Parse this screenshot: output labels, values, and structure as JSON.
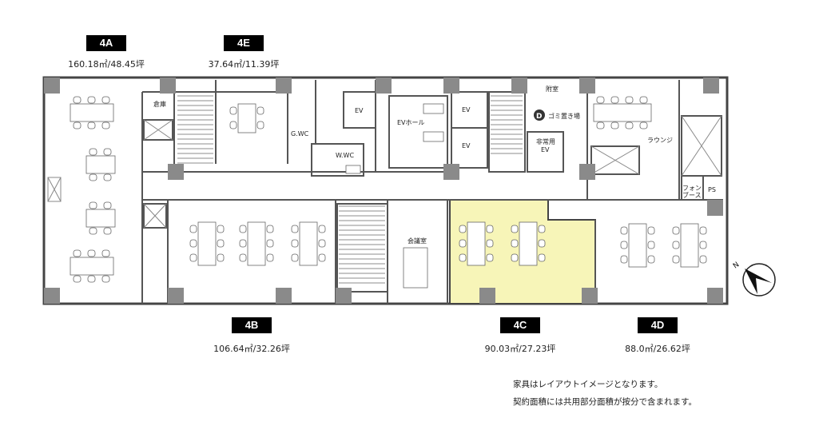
{
  "units": [
    {
      "id": "4A",
      "area": "160.18㎡/48.45坪"
    },
    {
      "id": "4E",
      "area": "37.64㎡/11.39坪"
    },
    {
      "id": "4B",
      "area": "106.64㎡/32.26坪"
    },
    {
      "id": "4C",
      "area": "90.03㎡/27.23坪",
      "highlighted": true
    },
    {
      "id": "4D",
      "area": "88.0㎡/26.62坪"
    }
  ],
  "rooms": {
    "storage": "倉庫",
    "gwc": "G.WC",
    "wwc": "W.WC",
    "ev": "EV",
    "ev_hall": "EVホール",
    "annex": "附室",
    "garbage_badge": "D",
    "garbage": "ゴミ置き場",
    "emergency_ev_1": "非常用",
    "emergency_ev_2": "EV",
    "lounge": "ラウンジ",
    "phone_booth_1": "フォン",
    "phone_booth_2": "ブース",
    "ps": "PS",
    "meeting": "会議室"
  },
  "notes": [
    "家具はレイアウトイメージとなります。",
    "契約面積には共用部分面積が按分で含まれます。"
  ],
  "colors": {
    "highlight": "#f7f5b8",
    "wall": "#555555",
    "column": "#8a8a8a"
  }
}
